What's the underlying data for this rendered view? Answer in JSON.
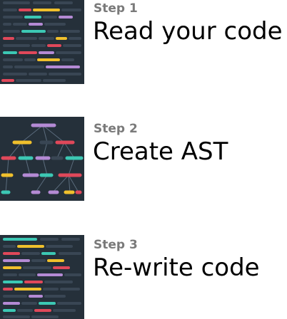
{
  "steps": [
    {
      "label": "Step 1",
      "title": "Read your code",
      "image": "code-editor-thumbnail"
    },
    {
      "label": "Step 2",
      "title": "Create AST",
      "image": "syntax-tree-thumbnail"
    },
    {
      "label": "Step 3",
      "title": "Re-write code",
      "image": "rewritten-code-thumbnail"
    }
  ],
  "colors": {
    "thumb_bg": "#25303a",
    "muted_line": "#394654",
    "red": "#e0485a",
    "teal": "#3cc8b4",
    "yellow": "#f0c02c",
    "purple": "#b48ad4",
    "label_gray": "#7a7a7a"
  }
}
